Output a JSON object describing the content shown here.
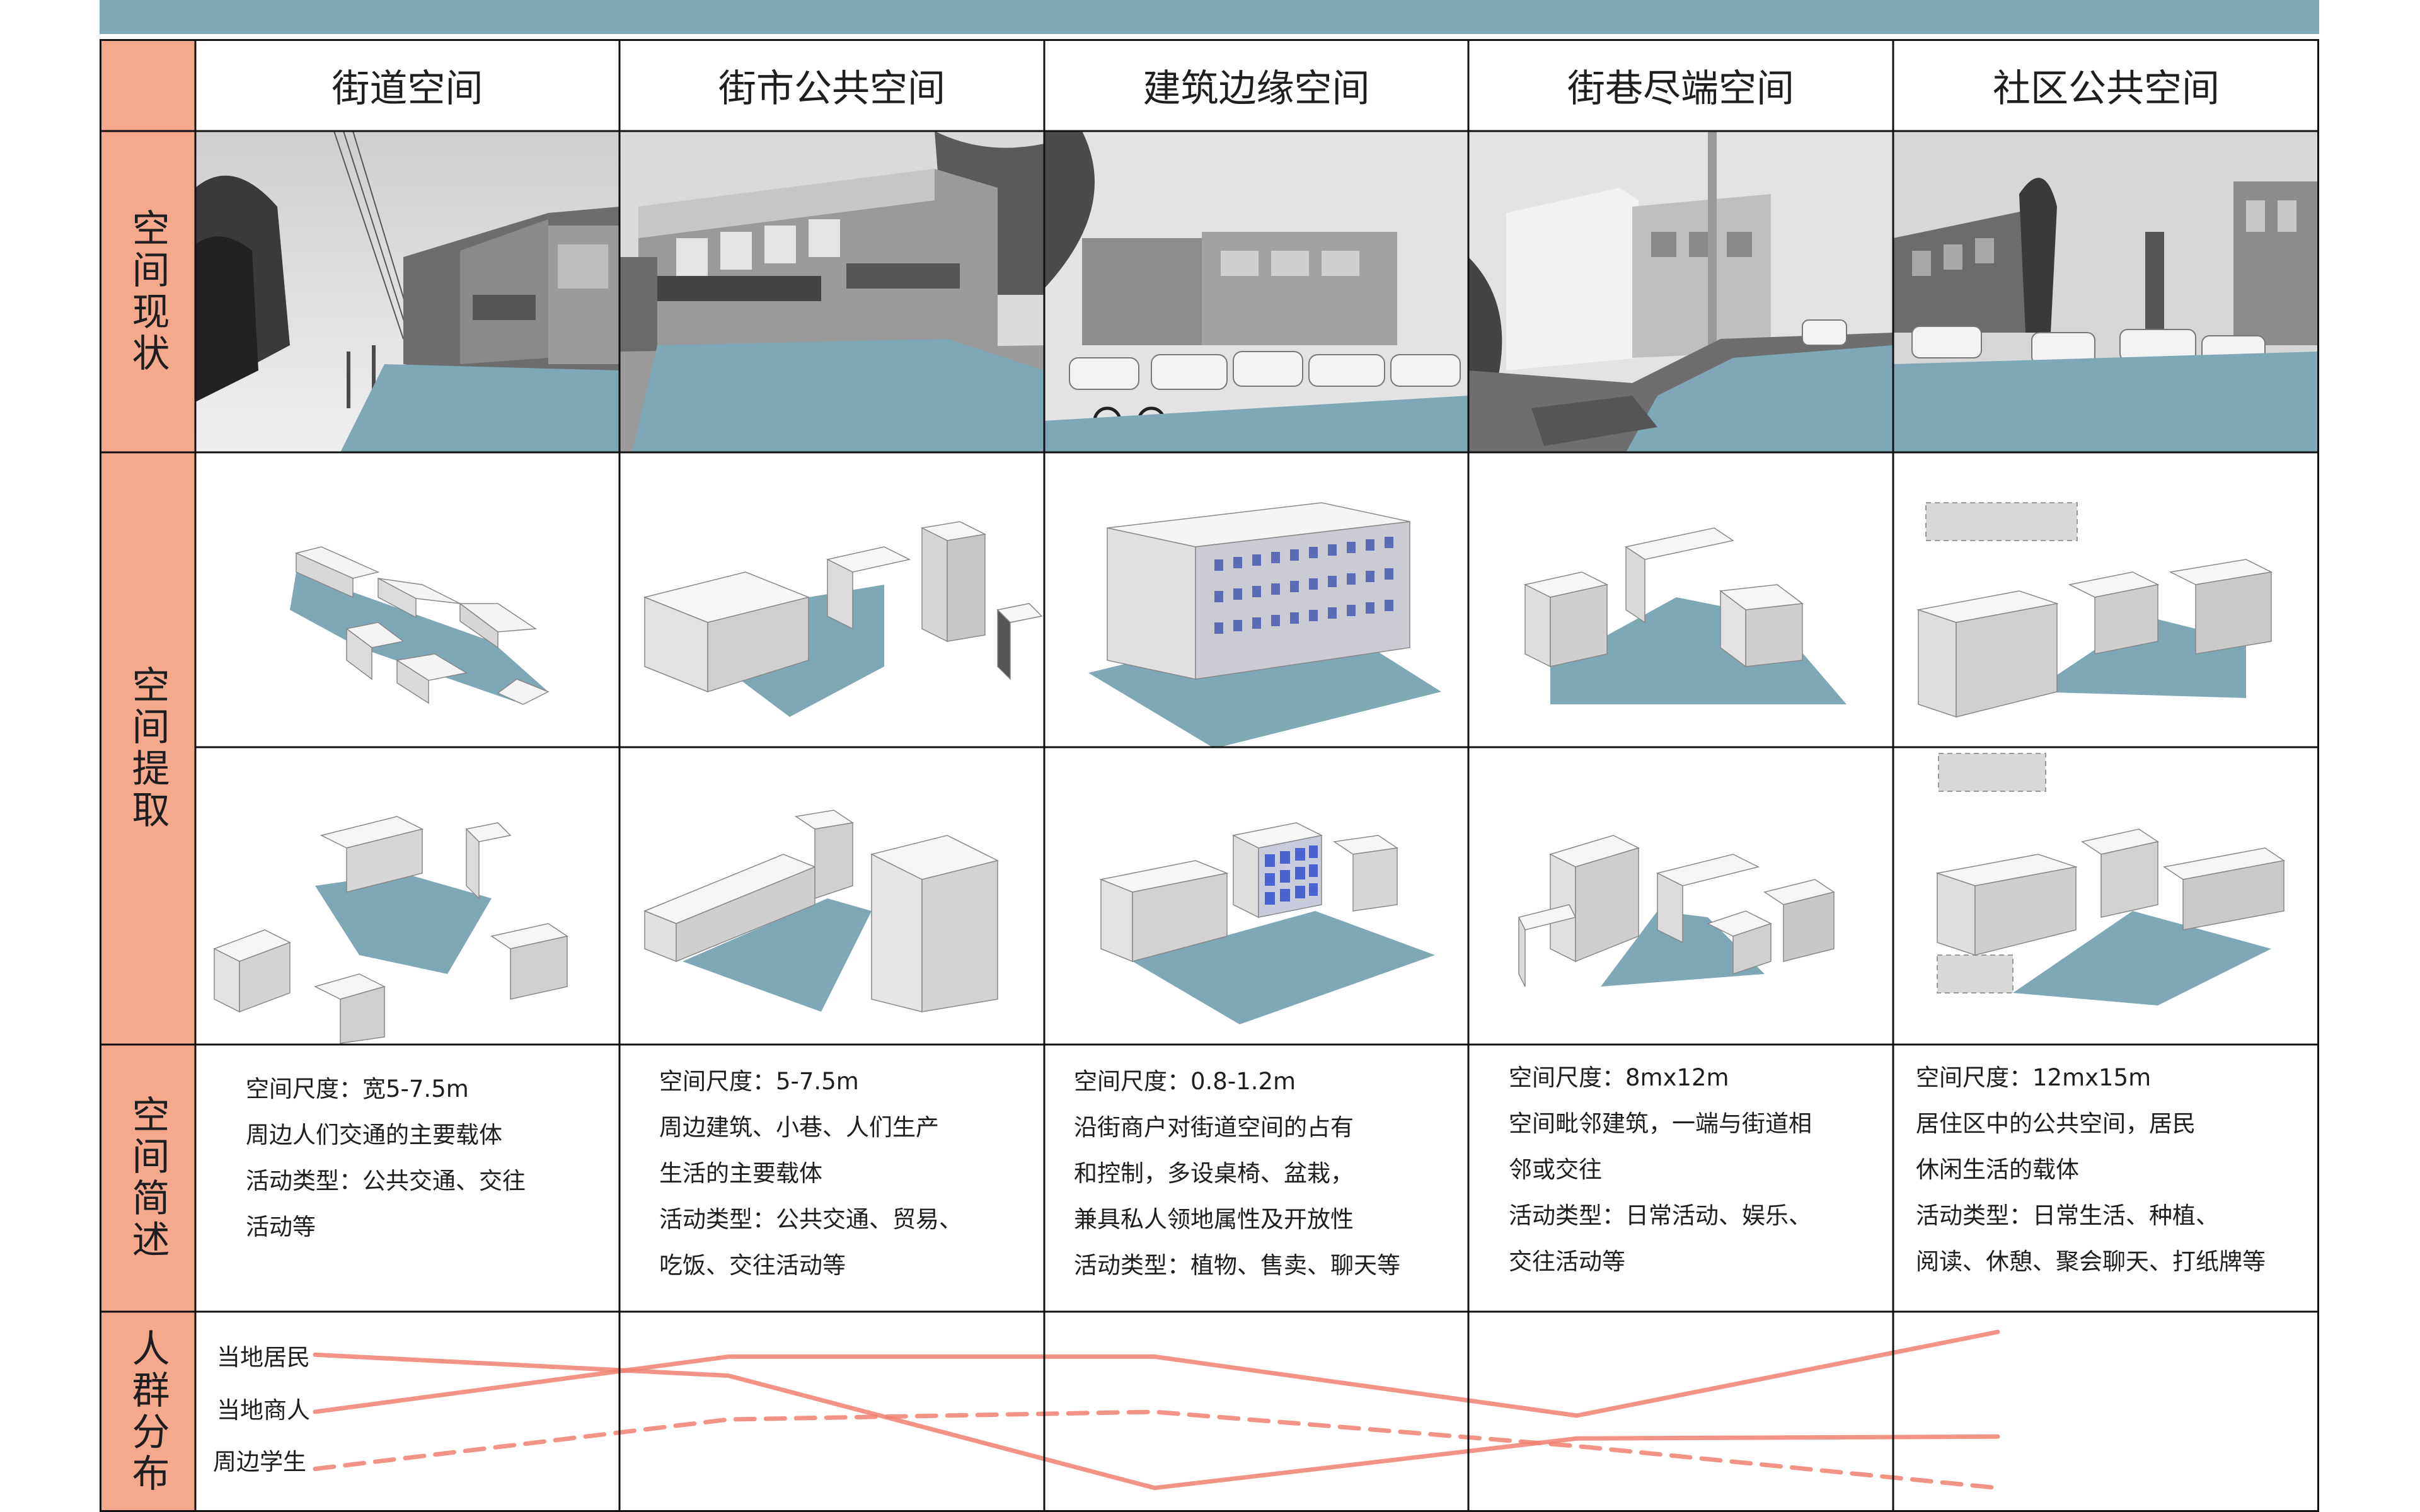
{
  "row_labels": {
    "status": "空间现状",
    "extraction": "空间提取",
    "summary": "空间简述",
    "crowd": "人群分布"
  },
  "columns": [
    {
      "title": "街道空间",
      "lines": [
        "空间尺度：宽5-7.5m",
        "周边人们交通的主要载体",
        "活动类型：公共交通、交往",
        "活动等"
      ]
    },
    {
      "title": "街市公共空间",
      "lines": [
        "空间尺度：5-7.5m",
        "周边建筑、小巷、人们生产",
        "生活的主要载体",
        "活动类型：公共交通、贸易、",
        "吃饭、交往活动等"
      ]
    },
    {
      "title": "建筑边缘空间",
      "lines": [
        "空间尺度：0.8-1.2m",
        "沿街商户对街道空间的占有",
        "和控制，多设桌椅、盆栽，",
        "兼具私人领地属性及开放性",
        "活动类型：植物、售卖、聊天等"
      ]
    },
    {
      "title": "街巷尽端空间",
      "lines": [
        "空间尺度：8mx12m",
        "空间毗邻建筑，一端与街道相",
        "邻或交往",
        "活动类型：日常活动、娱乐、",
        "交往活动等"
      ]
    },
    {
      "title": "社区公共空间",
      "lines": [
        "空间尺度：12mx15m",
        "居住区中的公共空间，居民",
        "休闲生活的载体",
        "活动类型：日常生活、种植、",
        "阅读、休憩、聚会聊天、打纸牌等"
      ]
    }
  ],
  "chart_data": {
    "type": "line",
    "categories": [
      "街道空间",
      "街市公共空间",
      "建筑边缘空间",
      "街巷尽端空间",
      "社区公共空间"
    ],
    "ylim": [
      0,
      10
    ],
    "series": [
      {
        "name": "当地居民",
        "style": "solid",
        "values": [
          8.0,
          6.9,
          1.0,
          3.6,
          3.7
        ]
      },
      {
        "name": "当地商人",
        "style": "solid",
        "values": [
          5.0,
          7.9,
          7.9,
          4.8,
          9.2
        ]
      },
      {
        "name": "周边学生",
        "style": "dashed",
        "values": [
          2.0,
          4.6,
          5.0,
          3.2,
          1.0
        ]
      }
    ]
  },
  "colors": {
    "label_fill": "#f4a98d",
    "space_fill": "#7ea8b6",
    "line": "#f08070",
    "grid": "#111111"
  }
}
